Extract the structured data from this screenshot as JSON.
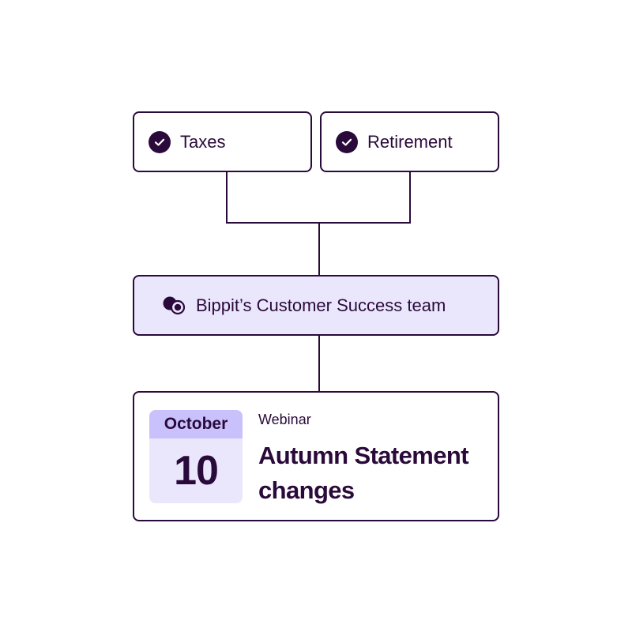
{
  "topics": [
    {
      "label": "Taxes",
      "icon": "check-circle-icon"
    },
    {
      "label": "Retirement",
      "icon": "check-circle-icon"
    }
  ],
  "team": {
    "label": "Bippit’s Customer Success team",
    "icon": "chat-bubbles-icon"
  },
  "event": {
    "month": "October",
    "day": "10",
    "type": "Webinar",
    "title": "Autumn Statement changes"
  },
  "colors": {
    "ink": "#2a0a3a",
    "lavender": "#eae7fd",
    "lavender_dark": "#c9c1fb",
    "background": "#ffffff"
  }
}
